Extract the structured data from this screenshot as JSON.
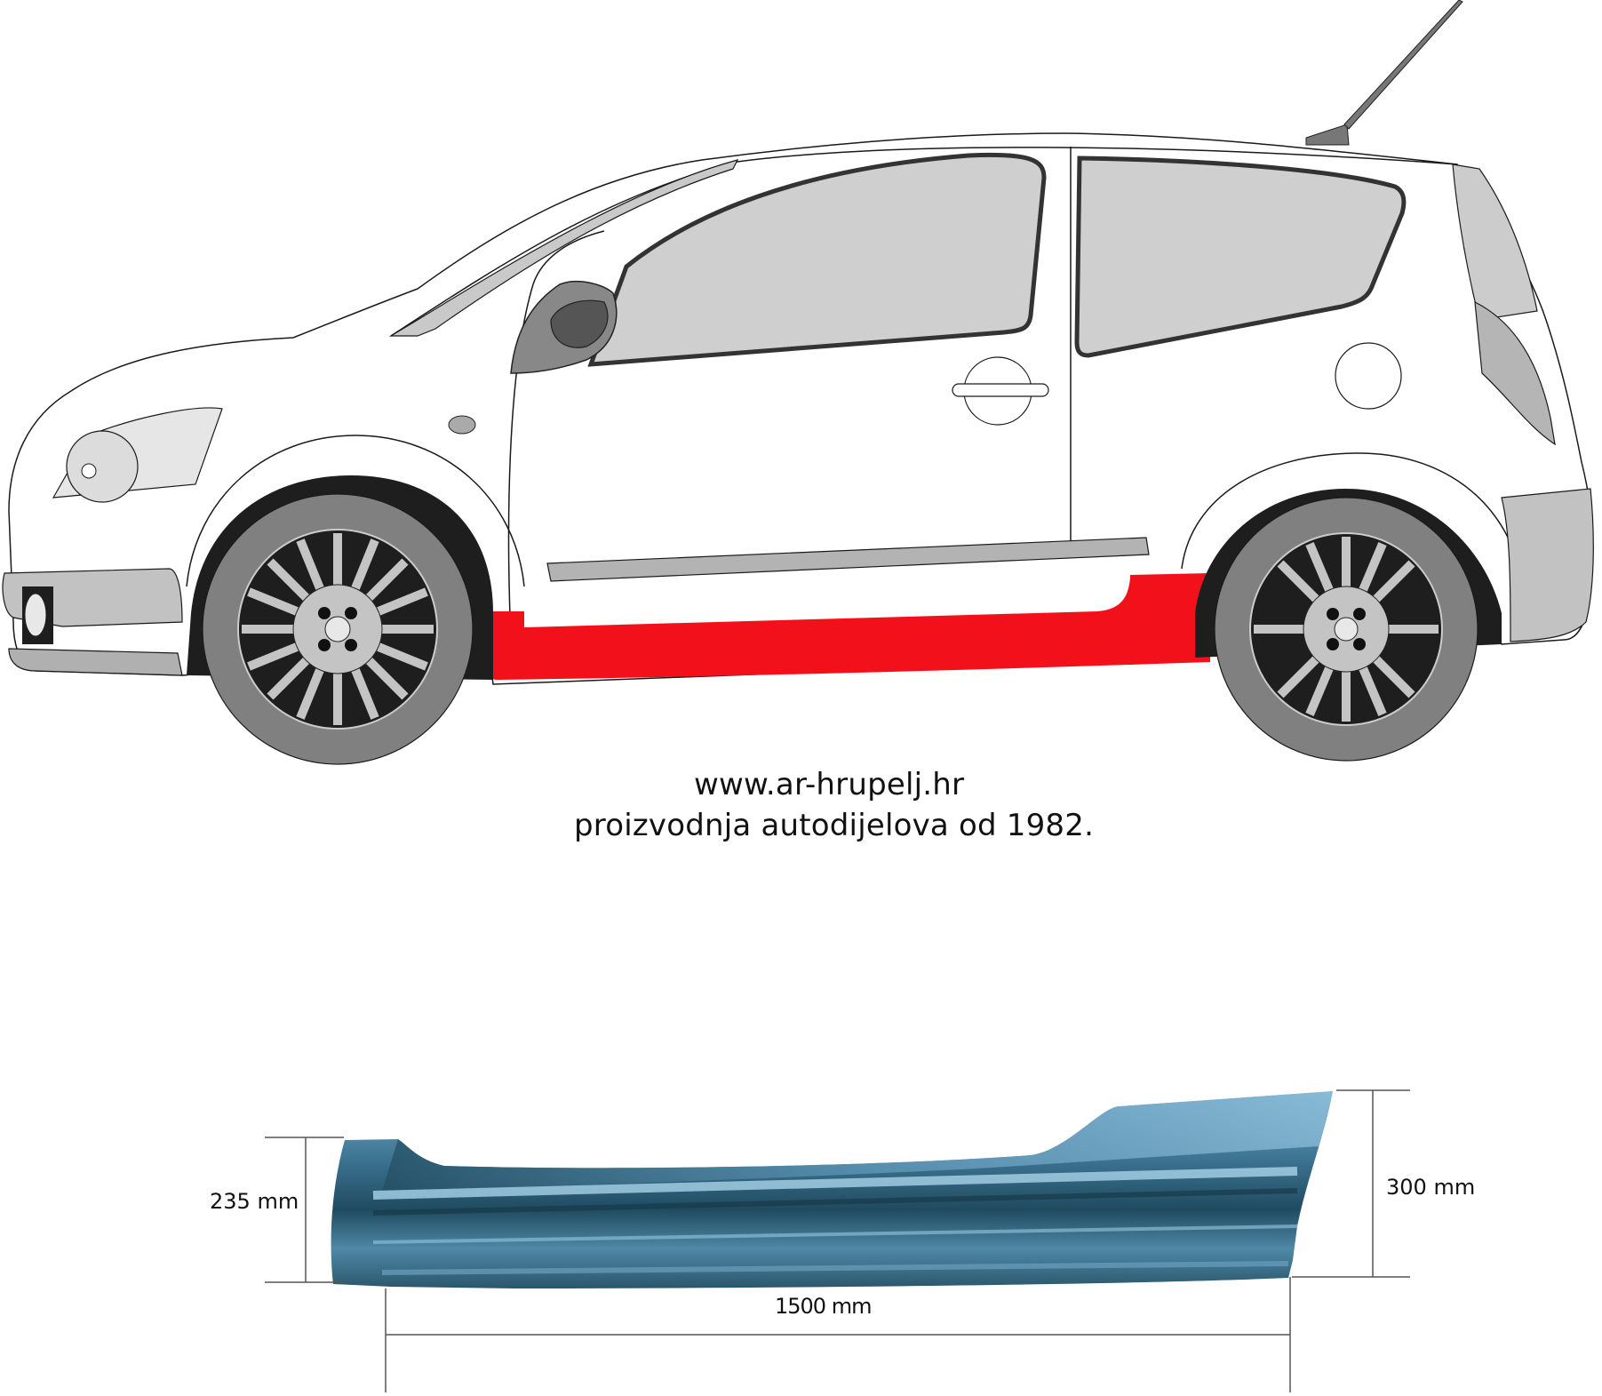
{
  "illustration": {
    "subject": "car side view (3-door hatchback) with highlighted sill panel",
    "highlight_color": "#f2111b",
    "body_color": "#ffffff",
    "glass_color": "#cfcfcf",
    "trim_color": "#b3b3b3",
    "tire_color": "#808080",
    "arch_color": "#1e1e1e"
  },
  "caption": {
    "website": "www.ar-hrupelj.hr",
    "tagline": "proizvodnja autodijelova od 1982."
  },
  "part": {
    "name": "rocker panel / sill",
    "color": "#3f7896",
    "dimensions": {
      "left_height": "235 mm",
      "right_height": "300 mm",
      "length": "1500 mm"
    }
  }
}
